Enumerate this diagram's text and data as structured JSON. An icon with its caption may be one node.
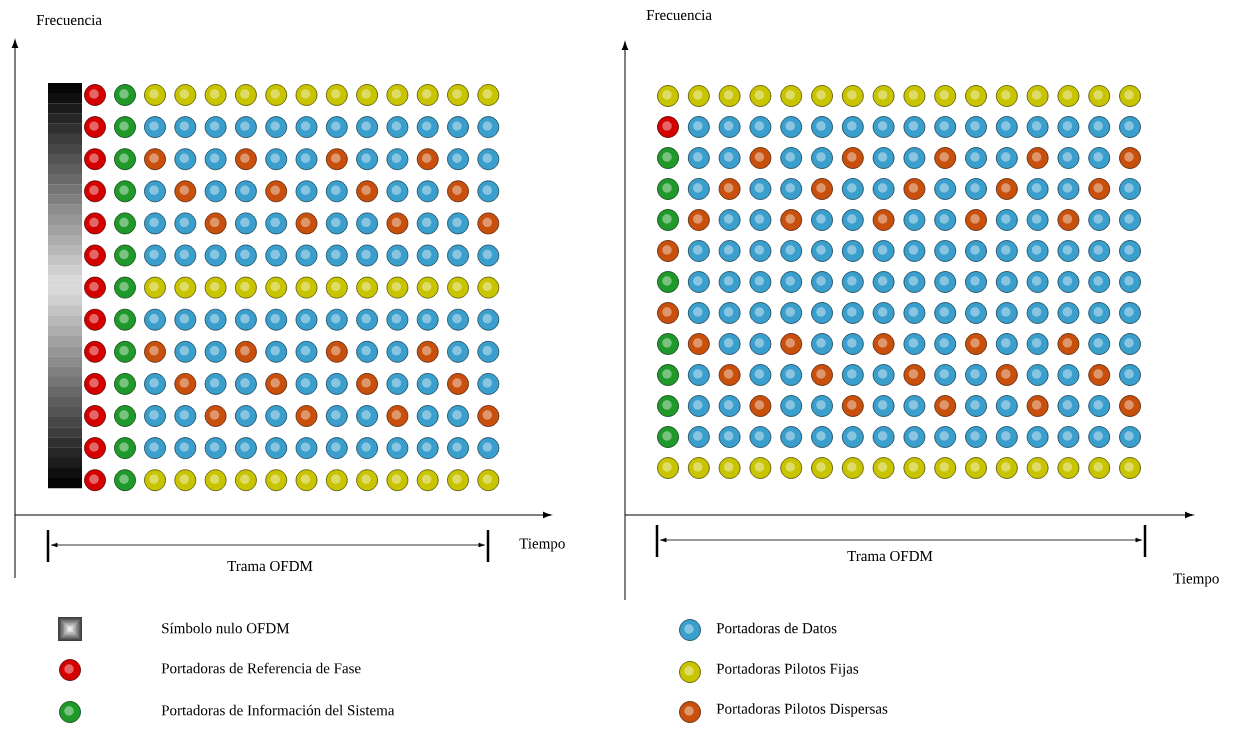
{
  "diagram": {
    "labels": [
      "Frecuencia",
      "Trama OFDM",
      "Tiempo",
      "Frecuencia",
      "Trama OFDM",
      "Tiempo"
    ],
    "legend": [
      {
        "text": "Símbolo nulo OFDM"
      },
      {
        "text": "Portadoras de Referencia de Fase",
        "color": "#d40000"
      },
      {
        "text": "Portadoras de Información del Sistema",
        "color": "#1f9a2a"
      },
      {
        "text": "Portadoras de Datos",
        "color": "#3a9fcc"
      },
      {
        "text": "Portadoras Pilotos Fijas",
        "color": "#c8c400"
      },
      {
        "text": "Portadoras Pilotos Dispersas",
        "color": "#c8500c"
      }
    ]
  }
}
